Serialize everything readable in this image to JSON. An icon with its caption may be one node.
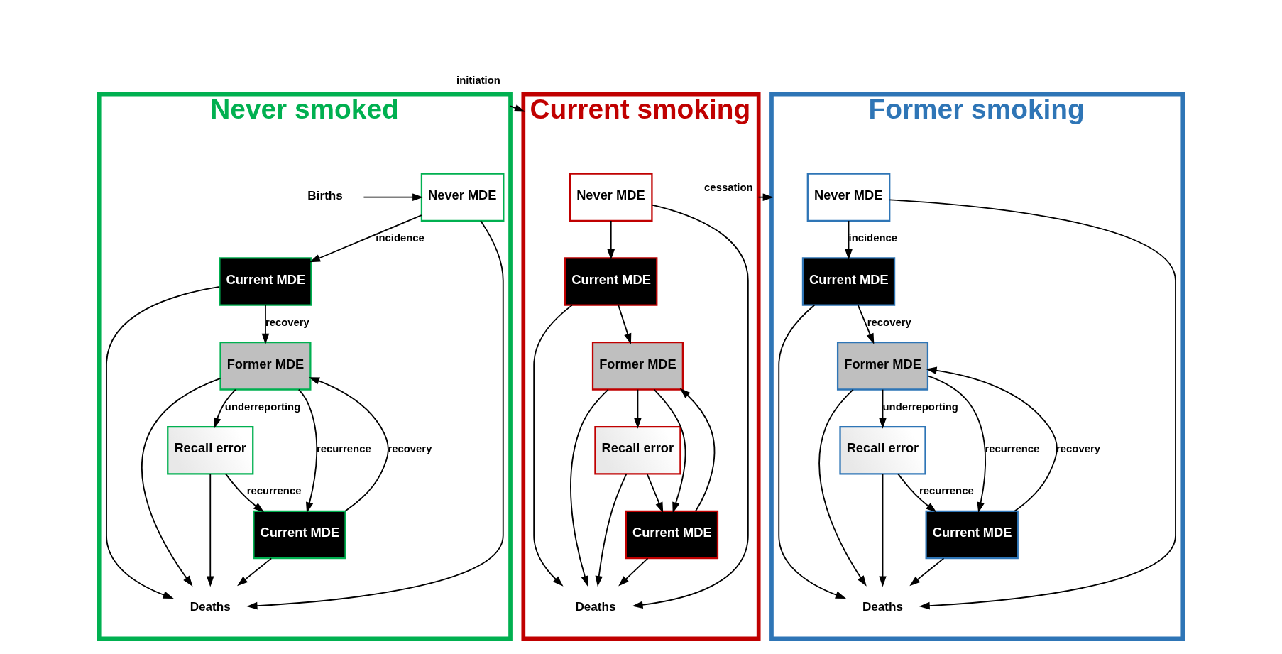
{
  "diagram": {
    "nodes": [
      {
        "text": [
          "Never smoked"
        ]
      },
      {
        "text": [
          "Births"
        ],
        "in": 0
      },
      {
        "text": [
          "Never MDE"
        ],
        "in": 0
      },
      {
        "text": [
          "Current MDE"
        ],
        "in": 0
      },
      {
        "text": [
          "Former MDE"
        ],
        "in": 0
      },
      {
        "text": [
          "Recall error"
        ],
        "in": 0
      },
      {
        "text": [
          "Current MDE"
        ],
        "in": 0
      },
      {
        "text": [
          "Deaths"
        ],
        "in": 0
      },
      {
        "text": [
          "Current smoking"
        ]
      },
      {
        "text": [
          "Never MDE"
        ],
        "in": 8
      },
      {
        "text": [
          "Current MDE"
        ],
        "in": 8
      },
      {
        "text": [
          "Former MDE"
        ],
        "in": 8
      },
      {
        "text": [
          "Recall error"
        ],
        "in": 8
      },
      {
        "text": [
          "Current MDE"
        ],
        "in": 8
      },
      {
        "text": [
          "Deaths"
        ],
        "in": 8
      },
      {
        "text": [
          "Former smoking"
        ]
      },
      {
        "text": [
          "Never MDE"
        ],
        "in": 15
      },
      {
        "text": [
          "Current MDE"
        ],
        "in": 15
      },
      {
        "text": [
          "Former MDE"
        ],
        "in": 15
      },
      {
        "text": [
          "Recall error"
        ],
        "in": 15
      },
      {
        "text": [
          "Current MDE"
        ],
        "in": 15
      },
      {
        "text": [
          "Deaths"
        ],
        "in": 15
      }
    ],
    "edges": [
      {
        "from": 0,
        "to": 8,
        "arrow": "to",
        "label": "initiation"
      },
      {
        "from": 8,
        "to": 15,
        "arrow": "to",
        "label": "cessation"
      },
      {
        "from": 1,
        "to": 2,
        "arrow": "to"
      },
      {
        "from": 2,
        "to": 3,
        "arrow": "to",
        "label": "incidence"
      },
      {
        "from": 3,
        "to": 4,
        "arrow": "to",
        "label": "recovery"
      },
      {
        "from": 4,
        "to": 5,
        "arrow": "to",
        "label": "underreporting"
      },
      {
        "from": 4,
        "to": 6,
        "arrow": "to",
        "label": "recurrence"
      },
      {
        "from": 6,
        "to": 4,
        "arrow": "to",
        "label": "recovery"
      },
      {
        "from": 5,
        "to": 6,
        "arrow": "to",
        "label": "recurrence"
      },
      {
        "from": 2,
        "to": 7,
        "arrow": "to"
      },
      {
        "from": 3,
        "to": 7,
        "arrow": "to"
      },
      {
        "from": 4,
        "to": 7,
        "arrow": "to"
      },
      {
        "from": 6,
        "to": 7,
        "arrow": "to"
      },
      {
        "from": 5,
        "to": 7,
        "arrow": "to"
      },
      {
        "from": 9,
        "to": 10,
        "arrow": "to"
      },
      {
        "from": 10,
        "to": 11,
        "arrow": "to"
      },
      {
        "from": 11,
        "to": 12,
        "arrow": "to"
      },
      {
        "from": 11,
        "to": 13,
        "arrow": "to"
      },
      {
        "from": 13,
        "to": 11,
        "arrow": "to"
      },
      {
        "from": 12,
        "to": 13,
        "arrow": "to"
      },
      {
        "from": 9,
        "to": 14,
        "arrow": "to"
      },
      {
        "from": 10,
        "to": 14,
        "arrow": "to"
      },
      {
        "from": 11,
        "to": 14,
        "arrow": "to"
      },
      {
        "from": 13,
        "to": 14,
        "arrow": "to"
      },
      {
        "from": 12,
        "to": 14,
        "arrow": "to"
      },
      {
        "from": 16,
        "to": 17,
        "arrow": "to",
        "label": "incidence"
      },
      {
        "from": 17,
        "to": 18,
        "arrow": "to",
        "label": "recovery"
      },
      {
        "from": 18,
        "to": 19,
        "arrow": "to",
        "label": "underreporting"
      },
      {
        "from": 18,
        "to": 20,
        "arrow": "to",
        "label": "recurrence"
      },
      {
        "from": 20,
        "to": 18,
        "arrow": "to",
        "label": "recovery"
      },
      {
        "from": 19,
        "to": 20,
        "arrow": "to",
        "label": "recurrence"
      },
      {
        "from": 16,
        "to": 21,
        "arrow": "to"
      },
      {
        "from": 17,
        "to": 21,
        "arrow": "to"
      },
      {
        "from": 18,
        "to": 21,
        "arrow": "to"
      },
      {
        "from": 20,
        "to": 21,
        "arrow": "to"
      },
      {
        "from": 19,
        "to": 21,
        "arrow": "to"
      }
    ]
  }
}
